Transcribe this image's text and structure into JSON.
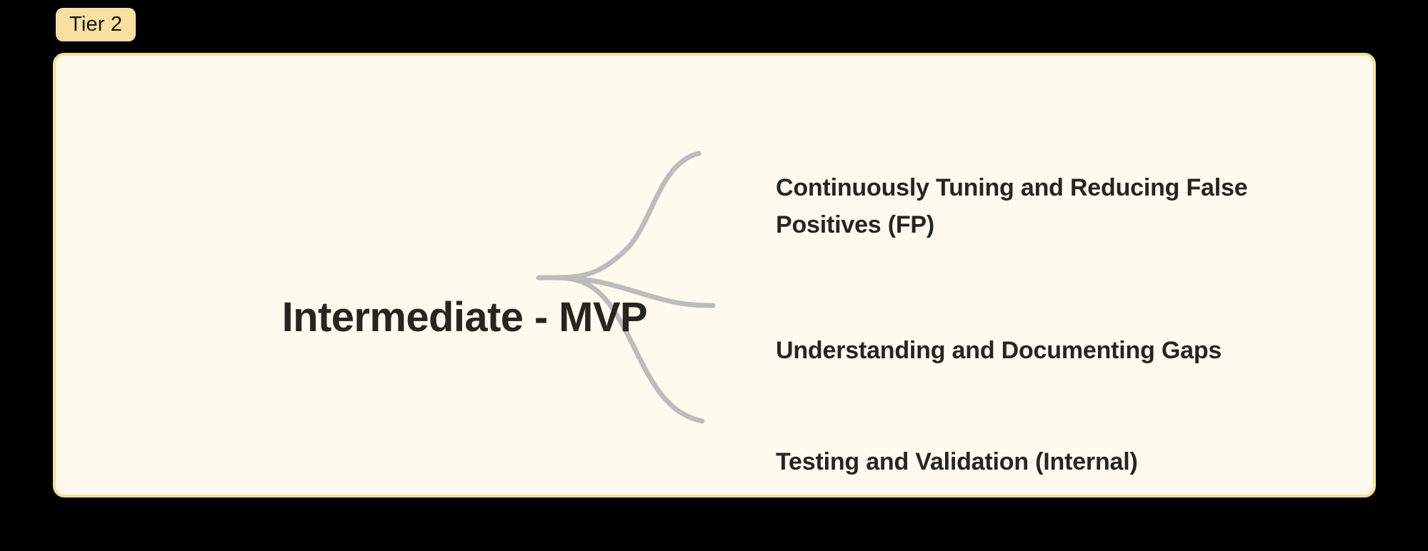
{
  "badge": {
    "label": "Tier 2",
    "background_color": "#F7E0A0",
    "text_color": "#17160F"
  },
  "card": {
    "background_color": "#FEFBEE",
    "border_color": "#F5DD9A"
  },
  "page": {
    "background_color": "#000000"
  },
  "mindmap": {
    "root": {
      "label": "Intermediate - MVP"
    },
    "connector_color": "#BCBCBC",
    "branches": [
      {
        "label": "Continuously Tuning and Reducing False Positives (FP)"
      },
      {
        "label": "Understanding and Documenting Gaps"
      },
      {
        "label": "Testing and Validation (Internal)"
      }
    ]
  }
}
